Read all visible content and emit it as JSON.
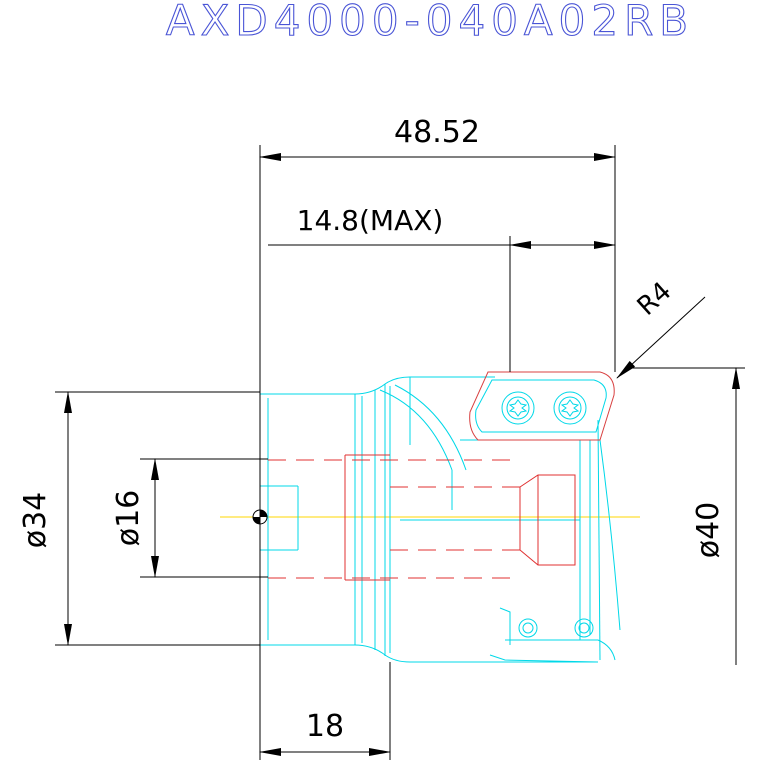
{
  "drawing": {
    "title": "AXD4000-040A02RB",
    "dimensions": {
      "overall_length": "48.52",
      "insert_reach": "14.8(MAX)",
      "corner_radius": "R4",
      "cutting_diameter": "ø40",
      "shank_diameter": "ø34",
      "bore_diameter": "ø16",
      "shank_length": "18"
    }
  },
  "colors": {
    "background": "#ffffff",
    "title": "#4a55d6",
    "body_outline": "#00d8e8",
    "hidden_lines": "#e03030",
    "insert_outline": "#d84040",
    "dimension_lines": "#000000",
    "center_line": "#ffd700"
  }
}
